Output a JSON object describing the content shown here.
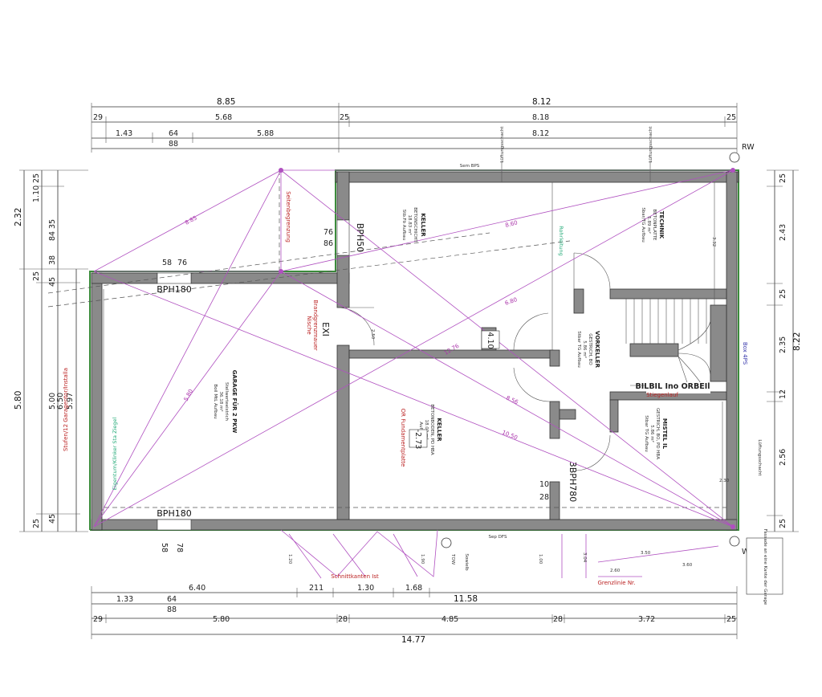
{
  "top_dims": {
    "row1": [
      "8.85",
      "8.12"
    ],
    "row2": [
      "29",
      "5.68",
      "25",
      "8.18",
      "25"
    ],
    "row3": [
      "1.43",
      "64",
      "88",
      "5.88",
      "8.12"
    ]
  },
  "bottom_dims": {
    "row1": [
      "6.40",
      "211",
      "1.30",
      "1.68",
      "11.58"
    ],
    "row2": [
      "1.33",
      "64",
      "88"
    ],
    "row3": [
      "29",
      "5.80",
      "28",
      "4.85",
      "28",
      "3.72",
      "25"
    ],
    "total": "14.77"
  },
  "left_dims": {
    "outer": [
      "2.32",
      "5.80"
    ],
    "mid": [
      "25",
      "1.10",
      "84",
      "35",
      "38",
      "25",
      "45",
      "5.00",
      "6.50",
      "5.97",
      "45",
      "25"
    ]
  },
  "right_dims": {
    "outer": "8.22",
    "inner": [
      "25",
      "2.43",
      "25",
      "2.35",
      "12",
      "2.56",
      "25"
    ]
  },
  "rooms": {
    "garage": {
      "title": "GARAGE FÜR 2 PKW",
      "sub": "Stellwerteeistrich",
      "area": "36.18 m²",
      "extra": "Boil MtL Aufbau"
    },
    "keller_top": {
      "title": "KELLER",
      "sub": "BETONSCHICHT",
      "area": "18.83 m²",
      "extra": "Stb.Fö Aufbau"
    },
    "technik": {
      "title": "TECHNIK",
      "sub": "BETONPLATTE",
      "area": "5.89 m²",
      "extra": "Sbar/TG Aufbau"
    },
    "vorkeller": {
      "title": "VORKELLER",
      "sub": "GESTRICH, BO",
      "area": "5.86 m²",
      "extra": "Stbar TG Aufbau"
    },
    "keller_mid": {
      "title": "KELLER",
      "sub": "BETONBODEN, PD HBA",
      "area": "18.02 m²",
      "extra": "Aufbau"
    },
    "mistel": {
      "title": "MISTEL IL",
      "sub": "GESTRICH, BO, PD HBA",
      "area": "5.86 m²",
      "extra": "Stbar TG Aufbau"
    }
  },
  "labels": {
    "bph50": "BPH50",
    "bph180_top": "BPH180",
    "bph180_bottom": "BPH180",
    "bph780": "3BPH780",
    "exit": "EXI",
    "stair_label": "BILBIL Ino ORBEIl",
    "stair_sub": "Stiegenlauf",
    "rw": "RW",
    "ww": "WW",
    "door_num_1": "76",
    "door_num_2": "86",
    "door_num_3": "58",
    "door_num_4": "76",
    "door_num_5": "58",
    "door_num_6": "78",
    "door_num_7": "10",
    "door_num_8": "28",
    "level_1": "4.10",
    "level_2": "-2.73",
    "or_text": "OR Fundamentplatte",
    "seitelbegrenzung": "Seitenbegrenzung",
    "sowiel": "Sowielb",
    "lueftung1": "Lüftungsschacht",
    "lueftung2": "Lüftungsschacht",
    "sembps": "Sem BPS",
    "sepdfs": "Sep DFS",
    "wall_text_right": "Box 4PS",
    "kanal": "Rohrleitung",
    "side_green": "Eigentum/Klinker Sta Ziegel",
    "side_red": "Stufen/12 Garagentor/Installa",
    "red_note_1": "Brandgrenzmauer",
    "red_note_2": "Nische",
    "box_note": "Fassade an eine Kante der Garage",
    "tow": "TOW",
    "pink_a": "Schnittkanten Ist",
    "pink_b": "Grenzlinie Nr.",
    "diag_1": "8.85",
    "diag_2": "8.60",
    "diag_3": "5.80",
    "diag_4": "10.50",
    "diag_5": "6.80",
    "diag_6": "8.56",
    "diag_7": "12.76",
    "inner_1": "2.30",
    "inner_2": "3.32",
    "inner_3": "2.50",
    "inner_4": "1.20",
    "inner_5": "1.90",
    "inner_6": "3.60",
    "inner_7": "3.04",
    "inner_8": "2.60",
    "inner_9": "3.50",
    "inner_10": "1.00"
  }
}
